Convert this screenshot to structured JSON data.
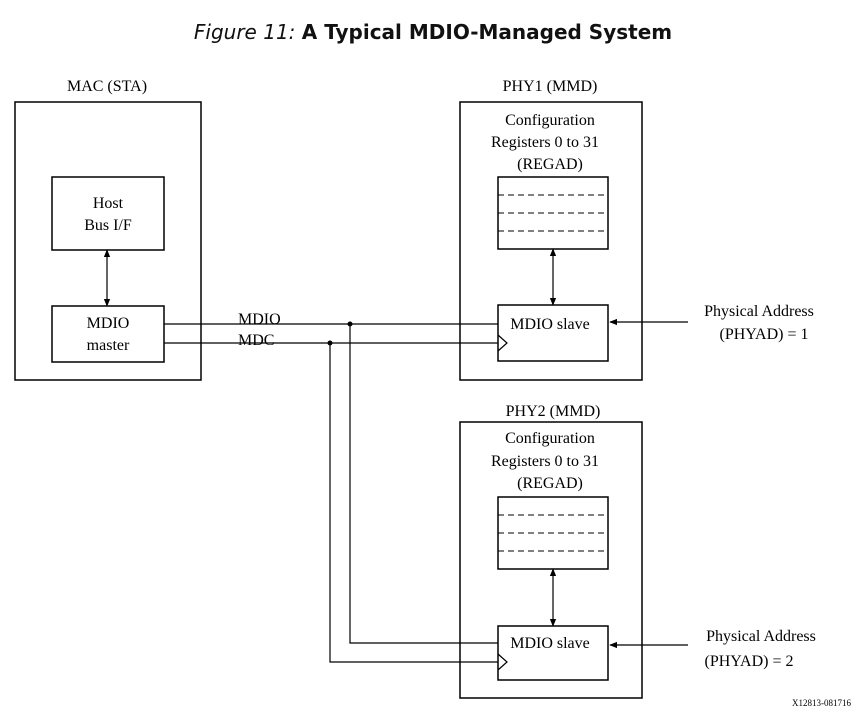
{
  "figure": {
    "label": "Figure 11:",
    "title": "A Typical MDIO-Managed System"
  },
  "mac": {
    "label": "MAC (STA)",
    "host_line1": "Host",
    "host_line2": "Bus I/F",
    "master_line1": "MDIO",
    "master_line2": "master"
  },
  "signals": {
    "mdio": "MDIO",
    "mdc": "MDC"
  },
  "phy1": {
    "label": "PHY1 (MMD)",
    "cfg_line1": "Configuration",
    "cfg_line2": "Registers 0 to 31",
    "cfg_line3": "(REGAD)",
    "slave": "MDIO slave",
    "addr_line1": "Physical Address",
    "addr_line2": "(PHYAD) = 1"
  },
  "phy2": {
    "label": "PHY2 (MMD)",
    "cfg_line1": "Configuration",
    "cfg_line2": "Registers 0 to 31",
    "cfg_line3": "(REGAD)",
    "slave": "MDIO slave",
    "addr_line1": "Physical Address",
    "addr_line2": "(PHYAD) = 2"
  },
  "figure_id": "X12813-081716"
}
